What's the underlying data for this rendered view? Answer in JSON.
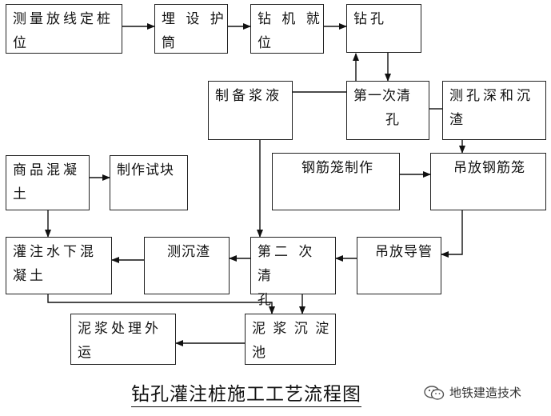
{
  "nodes": {
    "survey": [
      "测量放线定桩",
      "位"
    ],
    "casing": [
      "埋 设 护",
      "筒"
    ],
    "rig": [
      "钻 机 就",
      "位"
    ],
    "drill": [
      "钻孔"
    ],
    "mud_prep": [
      "制备浆液"
    ],
    "clean1": [
      "第一次清",
      "孔"
    ],
    "measure": [
      "测孔深和沉",
      "渣"
    ],
    "cage_make": [
      "钢筋笼制作"
    ],
    "cage_hoist": [
      "吊放钢筋笼"
    ],
    "concrete": [
      "商品混凝",
      "土"
    ],
    "test_block": [
      "制作试块"
    ],
    "pour": [
      "灌注水下混",
      "凝土"
    ],
    "sediment": [
      "测沉渣"
    ],
    "clean2": [
      "第二 次 清",
      "孔"
    ],
    "tremie": [
      "吊放导管"
    ],
    "treat": [
      "泥浆处理外",
      "运"
    ],
    "tank": [
      "泥 浆 沉 淀",
      "池"
    ]
  },
  "title": "钻孔灌注桩施工工艺流程图",
  "watermark": "地铁建造技术",
  "watermark_icon": "wechat-icon"
}
